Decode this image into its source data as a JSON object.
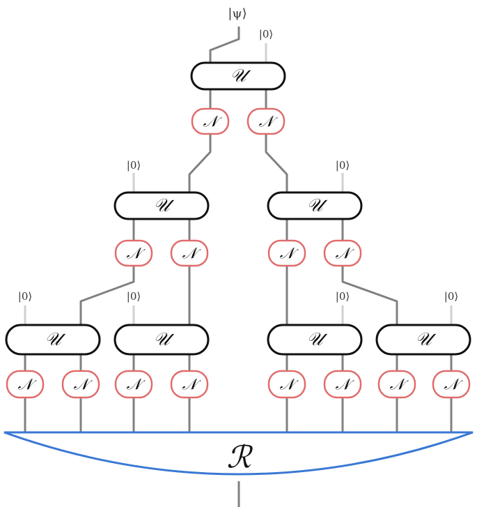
{
  "labels": {
    "input_ket": "|ψ⟩",
    "ancilla_ket": "|0⟩",
    "encoder_gate": "𝒰",
    "noise_gate": "𝒩",
    "recovery": "ℛ"
  },
  "colors": {
    "wire": "#808080",
    "ancilla_wire": "#d0d0d0",
    "encoder_border": "#111111",
    "noise_border": "#e06c6c",
    "recovery_arc": "#3a78d4"
  }
}
